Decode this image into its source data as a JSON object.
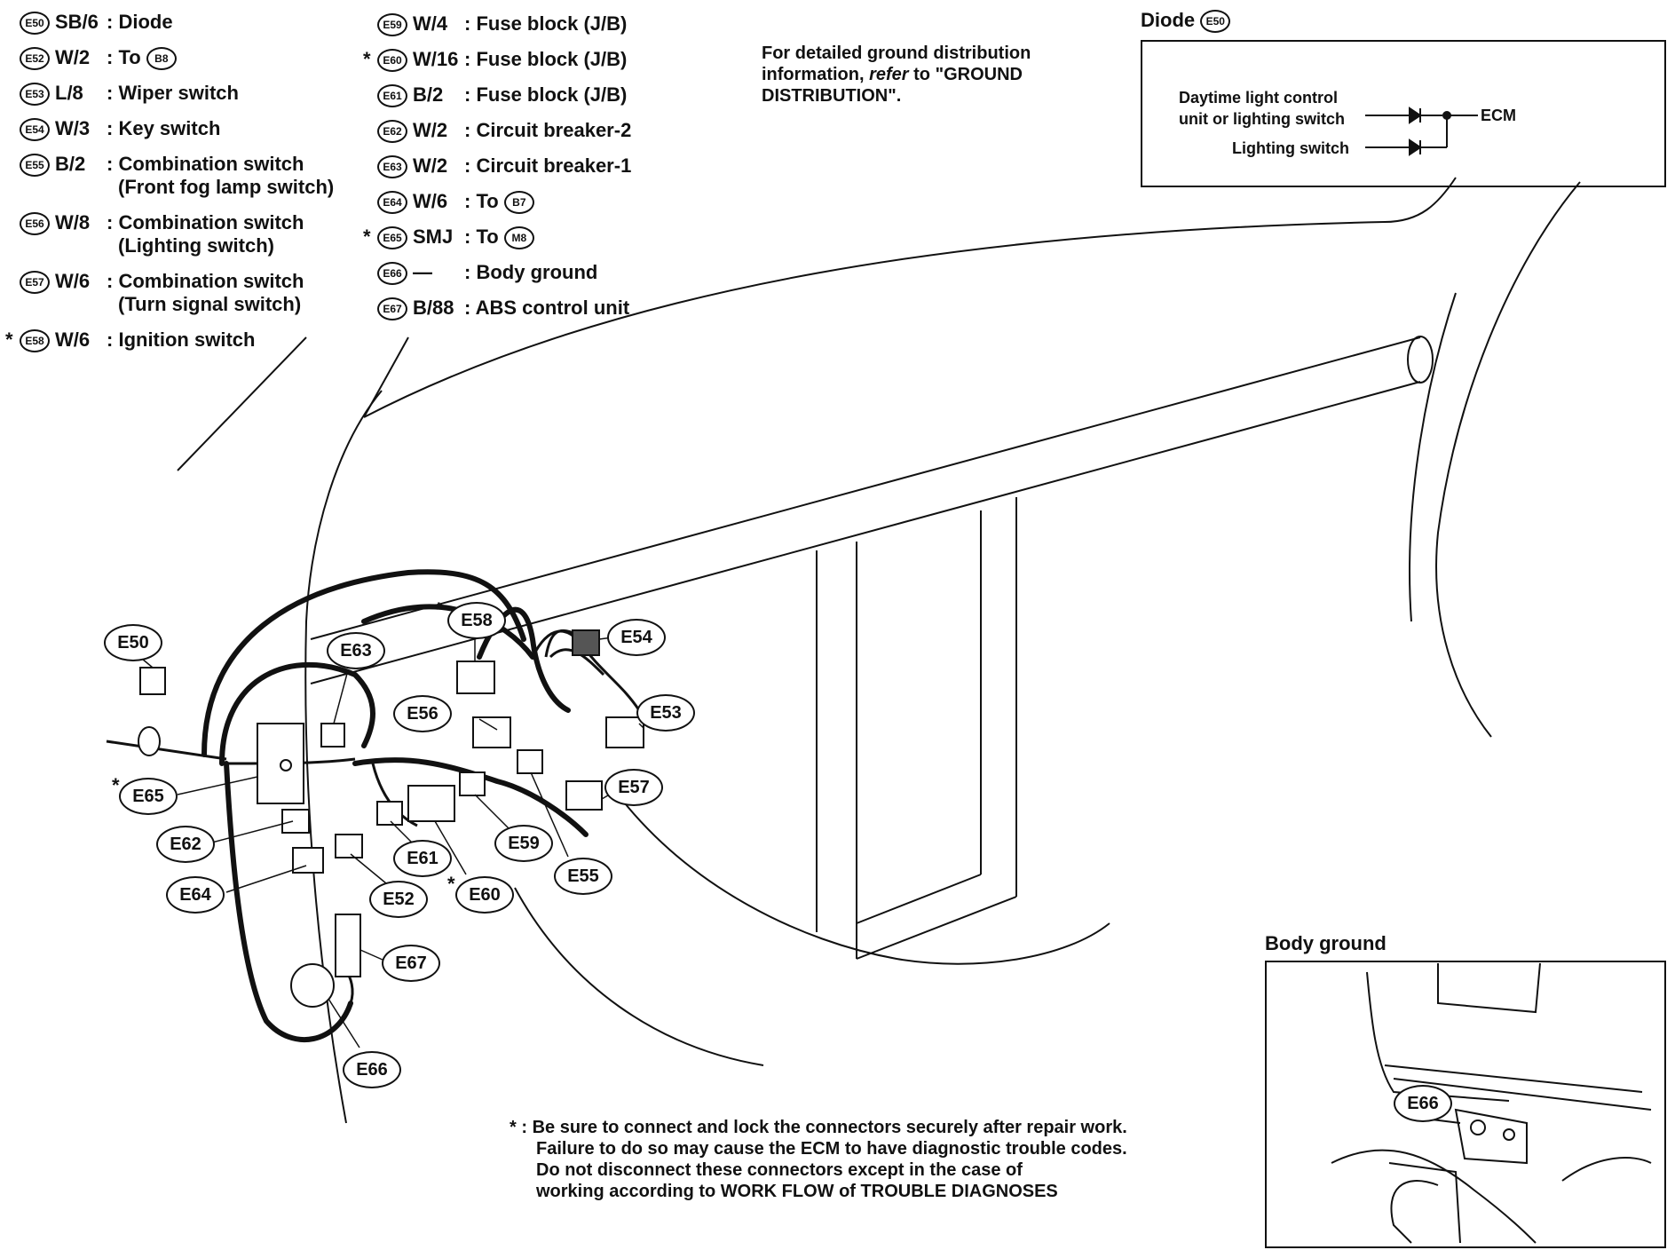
{
  "legend_left": [
    {
      "code": "E50",
      "wire": "SB/6",
      "desc": "Diode",
      "star": false
    },
    {
      "code": "E52",
      "wire": "W/2",
      "desc": "To",
      "to": "B8",
      "star": false
    },
    {
      "code": "E53",
      "wire": "L/8",
      "desc": "Wiper switch",
      "star": false
    },
    {
      "code": "E54",
      "wire": "W/3",
      "desc": "Key switch",
      "star": false
    },
    {
      "code": "E55",
      "wire": "B/2",
      "desc": "Combination switch",
      "sub": "(Front fog lamp switch)",
      "star": false
    },
    {
      "code": "E56",
      "wire": "W/8",
      "desc": "Combination switch",
      "sub": "(Lighting switch)",
      "star": false
    },
    {
      "code": "E57",
      "wire": "W/6",
      "desc": "Combination switch",
      "sub": "(Turn signal switch)",
      "star": false
    },
    {
      "code": "E58",
      "wire": "W/6",
      "desc": "Ignition switch",
      "star": true
    }
  ],
  "legend_right": [
    {
      "code": "E59",
      "wire": "W/4",
      "desc": "Fuse block (J/B)",
      "star": false
    },
    {
      "code": "E60",
      "wire": "W/16",
      "desc": "Fuse block (J/B)",
      "star": true
    },
    {
      "code": "E61",
      "wire": "B/2",
      "desc": "Fuse block (J/B)",
      "star": false
    },
    {
      "code": "E62",
      "wire": "W/2",
      "desc": "Circuit breaker-2",
      "star": false
    },
    {
      "code": "E63",
      "wire": "W/2",
      "desc": "Circuit breaker-1",
      "star": false
    },
    {
      "code": "E64",
      "wire": "W/6",
      "desc": "To",
      "to": "B7",
      "star": false
    },
    {
      "code": "E65",
      "wire": "SMJ",
      "desc": "To",
      "to": "M8",
      "star": true
    },
    {
      "code": "E66",
      "wire": "—",
      "desc": "Body ground",
      "star": false
    },
    {
      "code": "E67",
      "wire": "B/88",
      "desc": "ABS control unit",
      "star": false
    }
  ],
  "ground_note": {
    "line1": "For detailed ground distribution",
    "line2_a": "information, ",
    "line2_b": "refer",
    "line2_c": " to \"GROUND",
    "line3": "DISTRIBUTION\"."
  },
  "diode_inset": {
    "title": "Diode",
    "code": "E50",
    "input1_line1": "Daytime light control",
    "input1_line2": "unit or lighting switch",
    "input2": "Lighting switch",
    "output": "ECM"
  },
  "callouts": {
    "E50": "E50",
    "E52": "E52",
    "E53": "E53",
    "E54": "E54",
    "E55": "E55",
    "E56": "E56",
    "E57": "E57",
    "E58": "E58",
    "E59": "E59",
    "E60": "E60",
    "E61": "E61",
    "E62": "E62",
    "E63": "E63",
    "E64": "E64",
    "E65": "E65",
    "E66": "E66",
    "E67": "E67"
  },
  "body_ground_inset": {
    "title": "Body ground",
    "callout": "E66"
  },
  "footnote": {
    "star": "*",
    "line1": ": Be sure to connect and lock the connectors securely after repair work.",
    "line2": "Failure to do so may cause the ECM to have diagnostic trouble codes.",
    "line3": "Do not disconnect these connectors except in the case of",
    "line4": "working according to WORK FLOW of TROUBLE DIAGNOSES"
  },
  "star_symbol": "*"
}
